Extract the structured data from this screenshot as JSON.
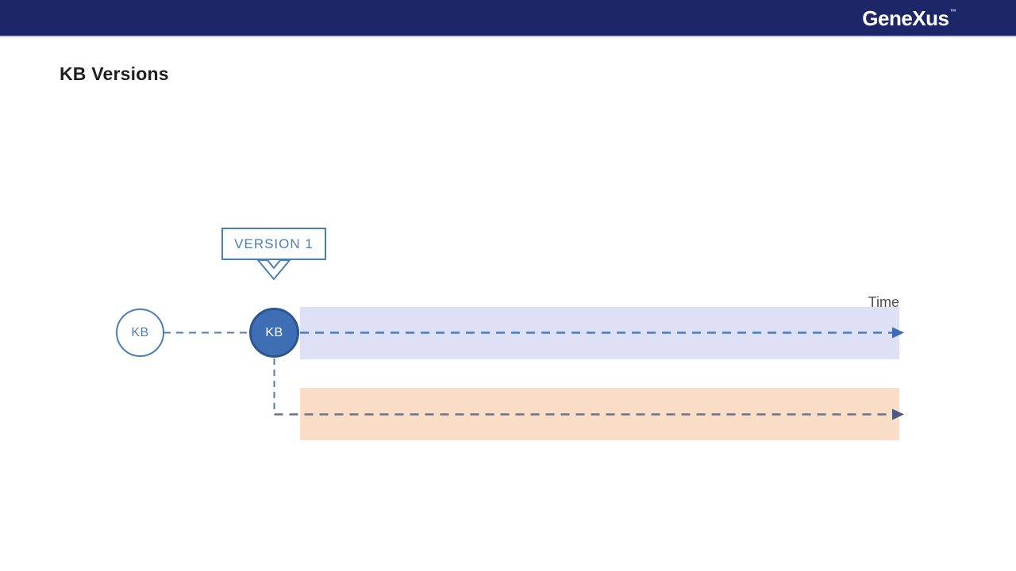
{
  "header": {
    "logo_text": "GeneXus",
    "trademark": "™",
    "background": "#1D2768"
  },
  "slide": {
    "title": "KB Versions",
    "diagram": {
      "version_label": "VERSION 1",
      "kb_node_outline_label": "KB",
      "kb_node_filled_label": "KB",
      "time_label": "Time",
      "colors": {
        "accent_blue": "#4A7EBB",
        "node_fill_blue": "#3E6FB4",
        "node_border_blue": "#2C5591",
        "timeline_band_blue": "#DEE1F6",
        "timeline_band_orange": "#FADDC7",
        "dashed_arrow_blue": "#4A7CC7",
        "dashed_arrow_slate": "#5E7499",
        "time_label_gray": "#4D4D4D"
      }
    }
  }
}
